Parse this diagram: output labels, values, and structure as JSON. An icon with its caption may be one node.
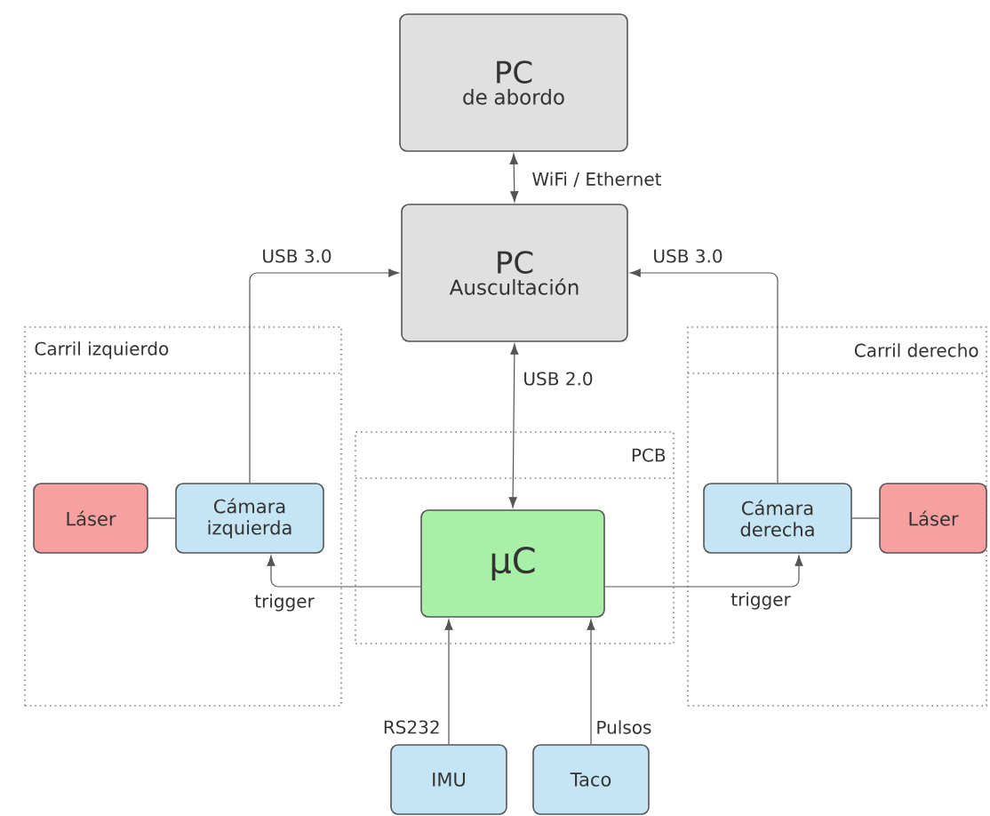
{
  "diagram": {
    "nodes": [
      {
        "text": [
          "PC",
          "de abordo"
        ]
      },
      {
        "text": [
          "PC",
          "Auscultación"
        ]
      },
      {
        "text": [
          "Carril izquierdo"
        ]
      },
      {
        "text": [
          "Láser"
        ],
        "in": 2
      },
      {
        "text": [
          "Cámara izquierda"
        ],
        "in": 2
      },
      {
        "text": [
          "PCB"
        ]
      },
      {
        "text": [
          "μC"
        ],
        "in": 5
      },
      {
        "text": [
          "Carril derecho"
        ]
      },
      {
        "text": [
          "Cámara derecha"
        ],
        "in": 7
      },
      {
        "text": [
          "Láser"
        ],
        "in": 7
      },
      {
        "text": [
          "IMU"
        ]
      },
      {
        "text": [
          "Taco"
        ]
      }
    ],
    "edges": [
      {
        "from": 0,
        "to": 1,
        "arrow": "both",
        "label": "WiFi / Ethernet"
      },
      {
        "from": 4,
        "to": 1,
        "arrow": "to",
        "label": "USB 3.0"
      },
      {
        "from": 8,
        "to": 1,
        "arrow": "to",
        "label": "USB 3.0"
      },
      {
        "from": 1,
        "to": 6,
        "arrow": "both",
        "label": "USB 2.0"
      },
      {
        "from": 3,
        "to": 4,
        "arrow": "none"
      },
      {
        "from": 8,
        "to": 9,
        "arrow": "none"
      },
      {
        "from": 6,
        "to": 4,
        "arrow": "to",
        "label": "trigger"
      },
      {
        "from": 6,
        "to": 8,
        "arrow": "to",
        "label": "trigger"
      },
      {
        "from": 10,
        "to": 6,
        "arrow": "to",
        "label": "RS232"
      },
      {
        "from": 11,
        "to": 6,
        "arrow": "to",
        "label": "Pulsos"
      }
    ]
  }
}
